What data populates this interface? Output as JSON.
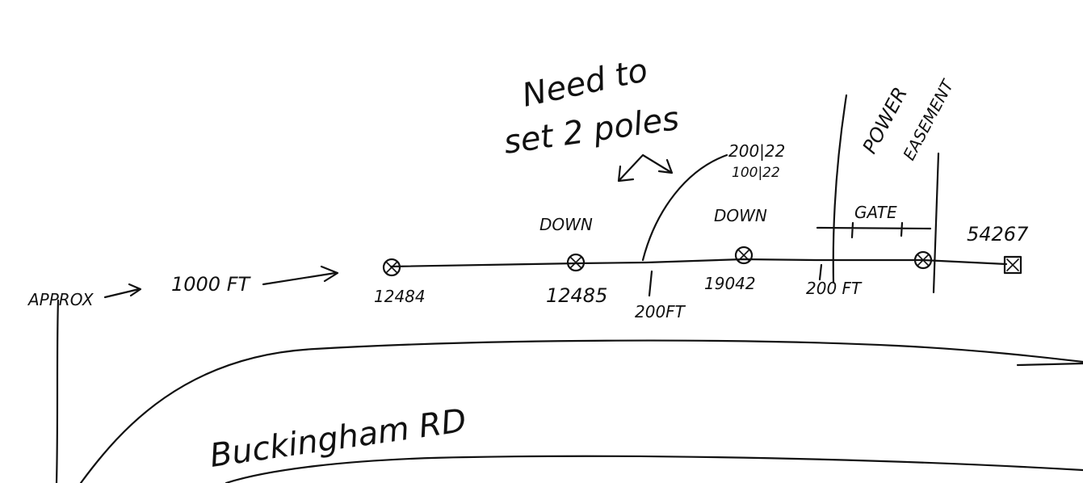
{
  "sketch": {
    "approx_label": "APPROX",
    "distance_label": "1000 FT",
    "note_line1": "Need to",
    "note_line2": "set 2 poles",
    "spec_top": "200|22",
    "spec_bottom": "100|22",
    "easement_line1": "POWER",
    "easement_line2": "EASEMENT",
    "gate_label": "GATE",
    "poles": [
      {
        "number": "12484",
        "status": ""
      },
      {
        "number": "12485",
        "status": "DOWN"
      },
      {
        "number": "19042",
        "status": "DOWN"
      },
      {
        "number": "",
        "status": ""
      },
      {
        "number": "54267",
        "status": ""
      }
    ],
    "spans": [
      {
        "label": "200FT"
      },
      {
        "label": "200 FT"
      }
    ],
    "road_label": "Buckingham RD"
  }
}
